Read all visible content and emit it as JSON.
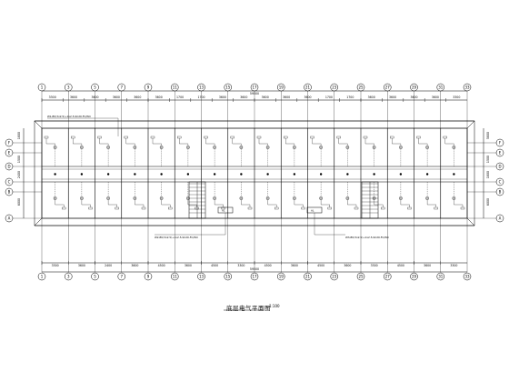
{
  "drawing": {
    "title": "底层电气平面图",
    "scale": "1:100",
    "feeder_note_top": "W1-BV(3x2.5)+1x2.5-SC20-FC/WC",
    "feeder_note_bottom_left": "W2-BV(3x2.5)+1x2.5-SC20-FC/WC",
    "feeder_note_bottom_right": "W3-BV(3x2.5)+1x2.5-SC20-FC/WC",
    "box_label": "AL"
  },
  "grid": {
    "top_axis_labels": [
      "1",
      "3",
      "5",
      "7",
      "9",
      "11",
      "13",
      "15",
      "17",
      "19",
      "21",
      "23",
      "25",
      "27",
      "29",
      "31",
      "33"
    ],
    "bottom_axis_labels": [
      "1",
      "3",
      "5",
      "7",
      "9",
      "11",
      "13",
      "15",
      "17",
      "19",
      "21",
      "23",
      "25",
      "27",
      "29",
      "31",
      "33"
    ],
    "left_axis_labels": [
      "F",
      "E",
      "D",
      "C",
      "B",
      "A"
    ],
    "right_axis_labels": [
      "F",
      "E",
      "D",
      "C",
      "B",
      "A"
    ],
    "top_dims": [
      "3300",
      "3600",
      "3600",
      "3600",
      "3600",
      "3600",
      "1700",
      "1700",
      "3600",
      "3600",
      "3600",
      "3600",
      "3600",
      "1700",
      "1700",
      "3600",
      "3600",
      "3600",
      "3600",
      "3300"
    ],
    "top_total": "59500",
    "bottom_dims": [
      "3300",
      "3600",
      "2400",
      "3600",
      "4500",
      "3600",
      "4500",
      "3300",
      "4500",
      "3600",
      "4500",
      "3600",
      "3300",
      "4500",
      "3600",
      "3300"
    ],
    "bottom_total": "59500",
    "left_dims": [
      "1800",
      "1500",
      "2400",
      "6000"
    ],
    "right_dims": [
      "5800",
      "1500",
      "1800",
      "6000"
    ]
  }
}
